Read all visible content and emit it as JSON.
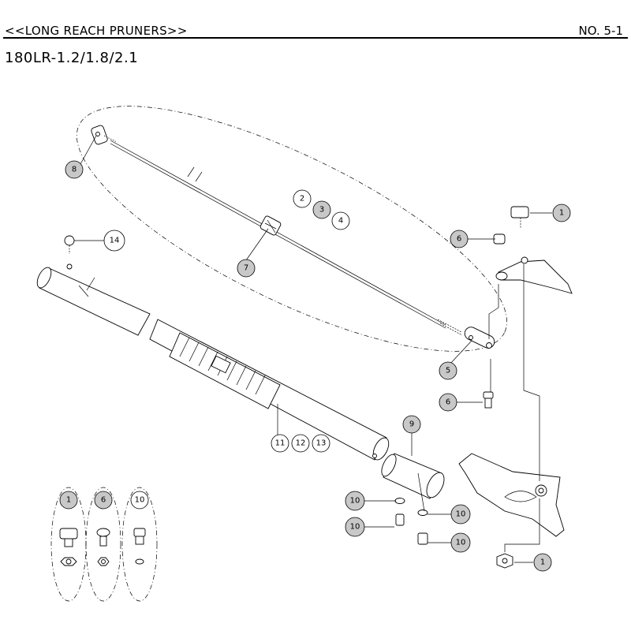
{
  "header": {
    "title": "<<LONG REACH PRUNERS>>",
    "page_no": "NO. 5-1",
    "model": "180LR-1.2/1.8/2.1"
  },
  "callouts": {
    "p1_top": "1",
    "p2": "2",
    "p3": "3",
    "p4": "4",
    "p5": "5",
    "p6_top": "6",
    "p6_bottom": "6",
    "p7": "7",
    "p8": "8",
    "p9": "9",
    "p10_a": "10",
    "p10_b": "10",
    "p10_c": "10",
    "p10_d": "10",
    "p11": "11",
    "p12": "12",
    "p13": "13",
    "p14": "14",
    "p1_bottom": "1"
  },
  "legend": {
    "item_1": "1",
    "item_6": "6",
    "item_10": "10"
  },
  "colors": {
    "callout_shaded": "#c8c8c8",
    "callout_plain": "#ffffff"
  }
}
